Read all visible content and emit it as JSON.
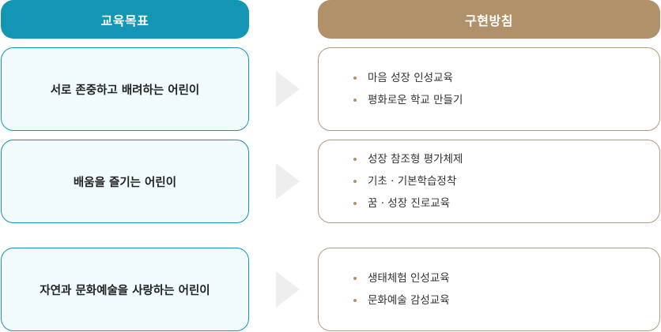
{
  "headers": {
    "goals_title": "교육목표",
    "plans_title": "구현방침"
  },
  "rows": [
    {
      "goal": "서로 존중하고 배려하는 어린이",
      "plans": [
        "마음 성장 인성교육",
        "평화로운 학교 만들기"
      ]
    },
    {
      "goal": "배움을 즐기는 어린이",
      "plans": [
        "성장 참조형 평가체제",
        "기초 · 기본학습정착",
        "꿈 · 성장 진로교육"
      ]
    },
    {
      "goal": "자연과 문화예술을 사랑하는 어린이",
      "plans": [
        "생태체험 인성교육",
        "문화예술 감성교육"
      ]
    }
  ],
  "colors": {
    "goal_accent": "#1296b3",
    "plan_accent": "#b0916a",
    "arrow": "#eeeeee"
  }
}
